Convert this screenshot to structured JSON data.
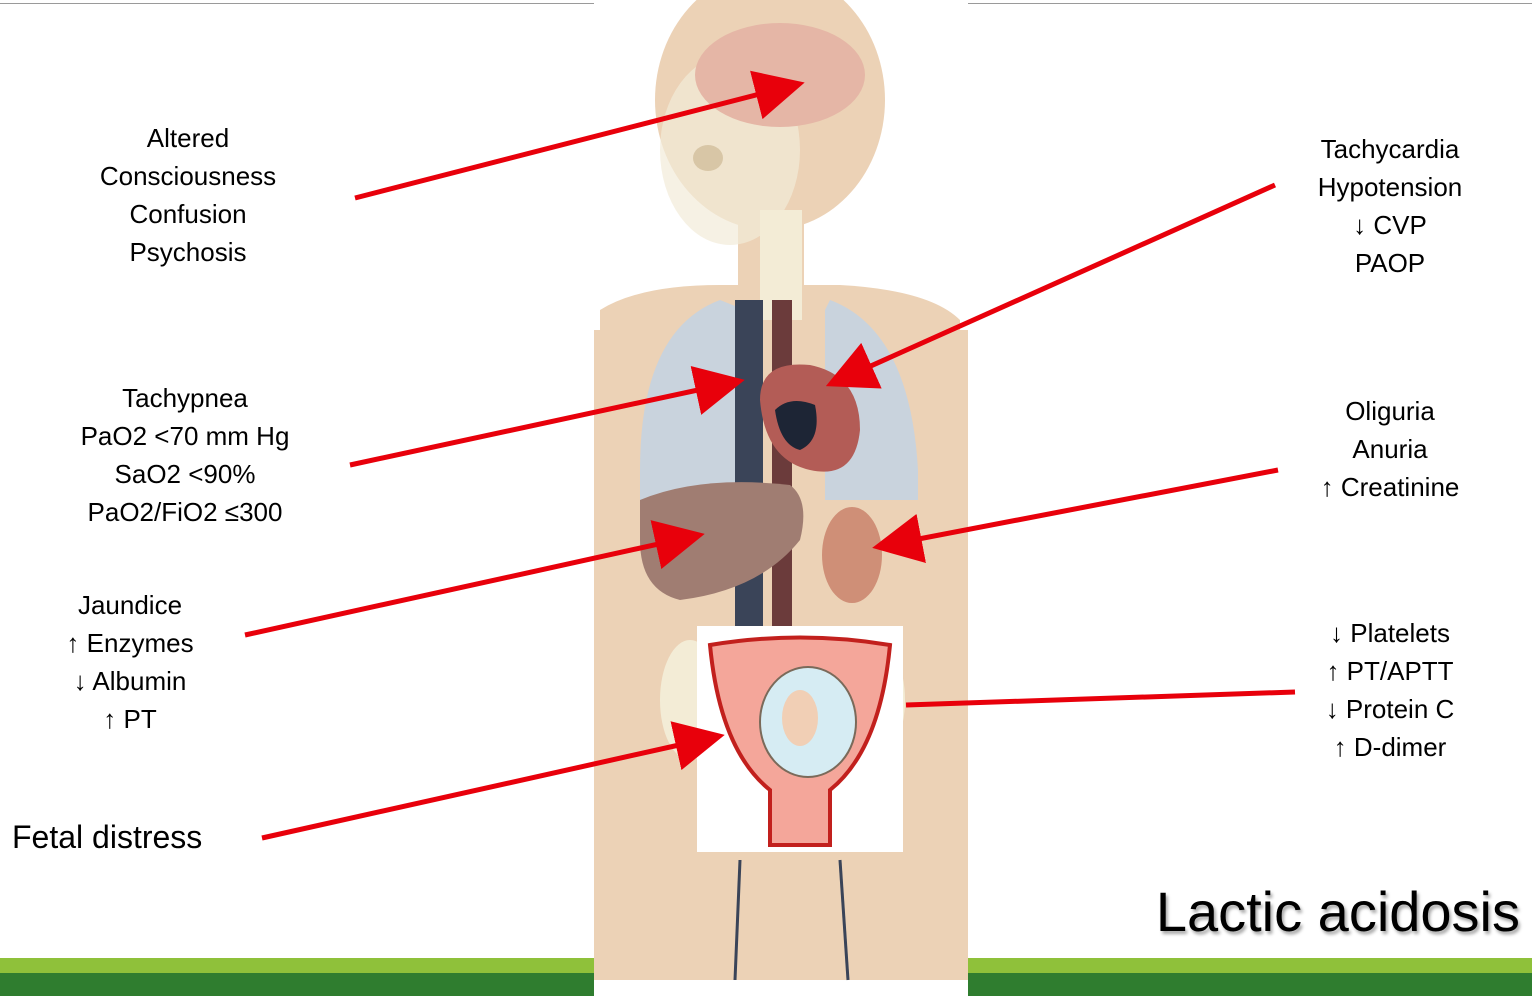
{
  "title": "Lactic acidosis",
  "labels": {
    "brain": [
      "Altered",
      "Consciousness",
      "Confusion",
      "Psychosis"
    ],
    "heart": [
      "Tachycardia",
      "Hypotension",
      "↓  CVP",
      "PAOP"
    ],
    "lungs": [
      "Tachypnea",
      "PaO2 <70 mm Hg",
      "SaO2 <90%",
      "PaO2/FiO2 ≤300"
    ],
    "kidney": [
      "Oliguria",
      "Anuria",
      "↑ Creatinine"
    ],
    "liver": [
      "Jaundice",
      "↑ Enzymes",
      "↓ Albumin",
      "↑ PT"
    ],
    "coagulation": [
      "↓ Platelets",
      "↑ PT/APTT",
      "↓ Protein C",
      "↑ D-dimer"
    ],
    "fetus": "Fetal distress"
  },
  "colors": {
    "arrow": "#e8000b",
    "body": "#ecd2b6",
    "green_light": "#8fc13a",
    "green_dark": "#2f7d2f"
  }
}
